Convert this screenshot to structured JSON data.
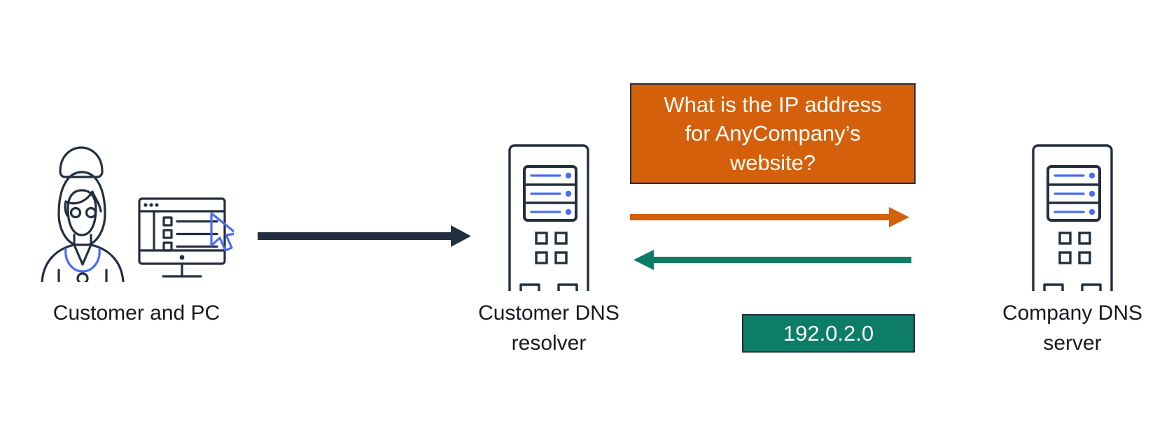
{
  "diagram": {
    "title": "DNS resolution flow between customer, customer DNS resolver and company DNS server",
    "background": "#ffffff",
    "colors": {
      "navy": "#232f3e",
      "orange": "#d4600c",
      "green": "#0d7d68",
      "blue_accent": "#4a6bf5",
      "label_text": "#16191f",
      "box_border": "#24303f",
      "box_text": "#ffffff"
    },
    "nodes": [
      {
        "id": "customer-pc",
        "icon": "person-with-monitor-icon",
        "label": "Customer and PC"
      },
      {
        "id": "customer-dns-resolver",
        "icon": "server-tower-icon",
        "label": "Customer DNS\nresolver"
      },
      {
        "id": "company-dns-server",
        "icon": "server-tower-icon",
        "label": "Company DNS\nserver"
      }
    ],
    "connections": [
      {
        "id": "customer-to-resolver",
        "from": "customer-pc",
        "to": "customer-dns-resolver",
        "color": "#232f3e",
        "direction": "right",
        "label": ""
      },
      {
        "id": "resolver-to-company",
        "from": "customer-dns-resolver",
        "to": "company-dns-server",
        "color": "#d4600c",
        "direction": "right",
        "label": "What is the IP address for AnyCompany’s website?"
      },
      {
        "id": "company-to-resolver",
        "from": "company-dns-server",
        "to": "customer-dns-resolver",
        "color": "#0d7d68",
        "direction": "left",
        "label": "192.0.2.0"
      }
    ],
    "callouts": {
      "question": "What is the IP address\nfor AnyCompany’s\nwebsite?",
      "answer": "192.0.2.0"
    }
  }
}
